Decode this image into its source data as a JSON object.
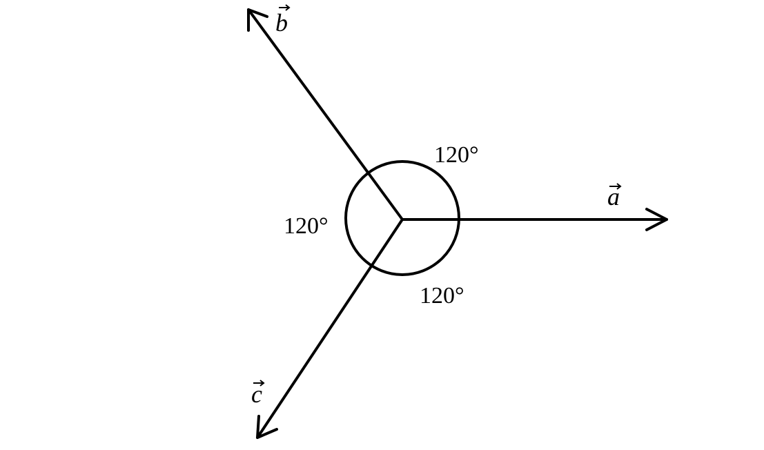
{
  "diagram": {
    "vectors": [
      {
        "name": "a",
        "label": "a"
      },
      {
        "name": "b",
        "label": "b"
      },
      {
        "name": "c",
        "label": "c"
      }
    ],
    "angles": [
      {
        "between": "a-b",
        "label": "120°"
      },
      {
        "between": "b-c",
        "label": "120°"
      },
      {
        "between": "c-a",
        "label": "120°"
      }
    ],
    "stroke_color": "#000000",
    "background": "#ffffff"
  }
}
